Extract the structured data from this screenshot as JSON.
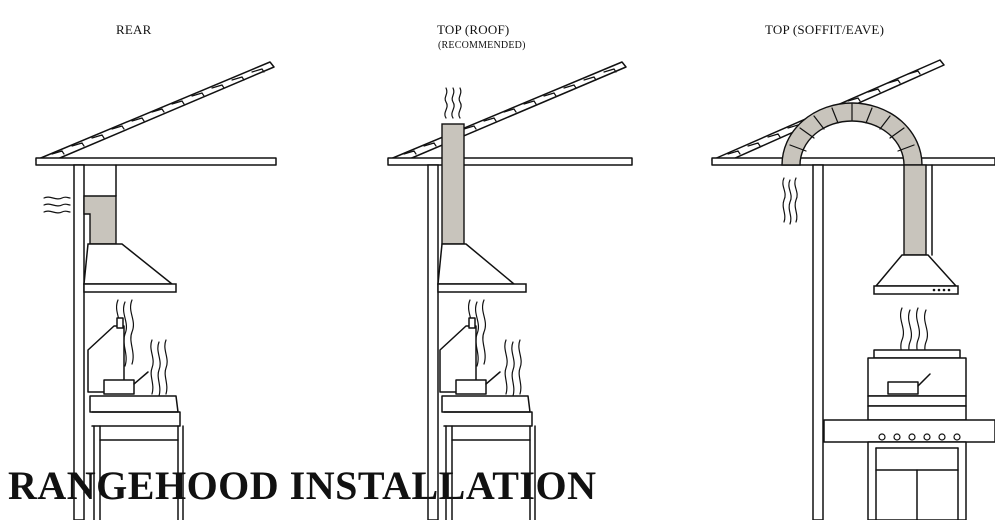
{
  "labels": {
    "rear": "REAR",
    "top_roof": "TOP (ROOF)",
    "recommended": "(RECOMMENDED)",
    "top_soffit": "TOP (SOFFIT/EAVE)"
  },
  "title": "RANGEHOOD INSTALLATION",
  "colors": {
    "duct_fill": "#c8c4bc",
    "line": "#111111",
    "background": "#ffffff"
  }
}
